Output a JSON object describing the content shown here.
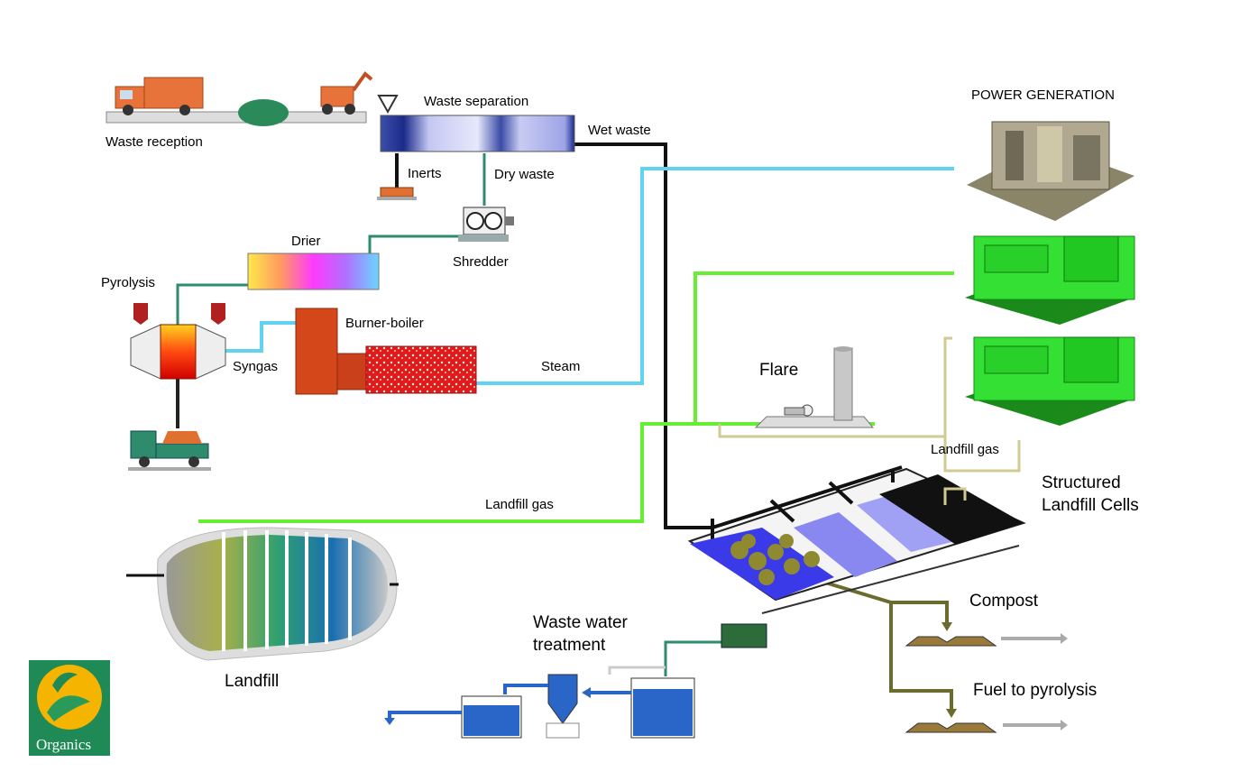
{
  "labels": {
    "waste_reception": "Waste reception",
    "waste_separation": "Waste separation",
    "wet_waste": "Wet waste",
    "inerts": "Inerts",
    "dry_waste": "Dry waste",
    "shredder": "Shredder",
    "drier": "Drier",
    "pyrolysis": "Pyrolysis",
    "burner_boiler": "Burner-boiler",
    "syngas": "Syngas",
    "steam": "Steam",
    "power_generation": "POWER GENERATION",
    "flare": "Flare",
    "landfill_gas_right": "Landfill gas",
    "landfill_gas_left": "Landfill gas",
    "structured_landfill_cells": "Structured Landfill Cells",
    "compost": "Compost",
    "fuel_to_pyrolysis": "Fuel to pyrolysis",
    "waste_water_treatment": "Waste water treatment",
    "landfill": "Landfill"
  },
  "logo": {
    "text": "Organics"
  },
  "colors": {
    "steam_line": "#5fd3f0",
    "landfill_gas_line": "#66ee33",
    "wet_waste_line": "#111111",
    "compost_line": "#6b6b2e",
    "feed_line": "#2e8b6b",
    "logo_green": "#1f8a56",
    "logo_sun": "#f4b400"
  },
  "icons": [
    "garbage-truck-icon",
    "loader-icon",
    "separator-drum-icon",
    "shredder-icon",
    "drier-icon",
    "pyrolysis-reactor-icon",
    "burner-boiler-icon",
    "skip-truck-icon",
    "power-plant-icon",
    "generator-icon",
    "flare-stack-icon",
    "landfill-cells-icon",
    "landfill-mound-icon",
    "water-tank-icon",
    "clarifier-icon",
    "compost-pile-icon"
  ]
}
